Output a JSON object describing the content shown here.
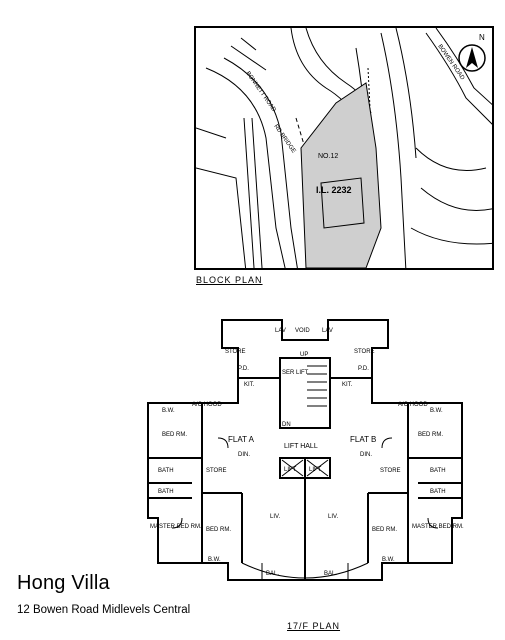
{
  "block_plan": {
    "caption": "BLOCK PLAN",
    "north_label": "N",
    "road_label_1": "BONNETT ROAD",
    "road_label_2": "BOWEN ROAD",
    "bridge_label": "RD BRIDGE",
    "lot_no": "NO.12",
    "lot_id": "I.L. 2232"
  },
  "floor_plan": {
    "caption": "17/F PLAN",
    "labels": {
      "lav": "LAV",
      "void": "VOID",
      "store": "STORE",
      "up": "UP",
      "pd": "P.D.",
      "kit": "KIT.",
      "ser_lift": "SER LIFT",
      "ac_hood": "A/C HOOD",
      "bw": "B.W.",
      "bed_rm": "BED RM.",
      "flat_a": "FLAT A",
      "flat_b": "FLAT B",
      "lift_hall": "LIFT HALL",
      "din": "DIN.",
      "lift": "LIFT",
      "dn": "DN",
      "bath": "BATH",
      "master_bed_rm": "MASTER BED RM.",
      "liv": "LIV.",
      "bal": "BAL."
    }
  },
  "property": {
    "name": "Hong Villa",
    "address": "12 Bowen Road Midlevels Central"
  }
}
